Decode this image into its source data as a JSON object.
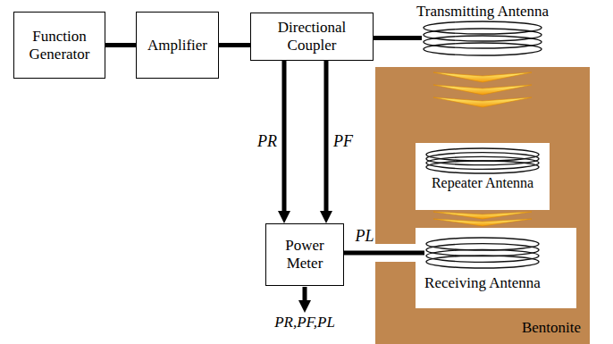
{
  "diagram": {
    "nodes": [
      {
        "text": [
          "Function Generator"
        ]
      },
      {
        "text": [
          "Amplifier"
        ]
      },
      {
        "text": [
          "Directional Coupler"
        ]
      },
      {
        "text": [
          "Power Meter"
        ]
      },
      {
        "text": [
          "Transmitting Antenna"
        ]
      },
      {
        "text": [
          "Bentonite"
        ]
      },
      {
        "text": [
          "Repeater Antenna"
        ],
        "in": 5
      },
      {
        "text": [
          "Receiving Antenna"
        ],
        "in": 5
      }
    ],
    "edges": [
      {
        "from": 0,
        "to": 1,
        "arrow": "none"
      },
      {
        "from": 1,
        "to": 2,
        "arrow": "none"
      },
      {
        "from": 2,
        "to": 4,
        "arrow": "none"
      },
      {
        "from": 2,
        "to": 3,
        "label": "PR",
        "arrow": "to"
      },
      {
        "from": 2,
        "to": 3,
        "label": "PF",
        "arrow": "to"
      },
      {
        "from": 7,
        "to": 3,
        "label": "PL",
        "arrow": "none"
      }
    ],
    "labels": [
      "PR,PF,PL"
    ]
  }
}
